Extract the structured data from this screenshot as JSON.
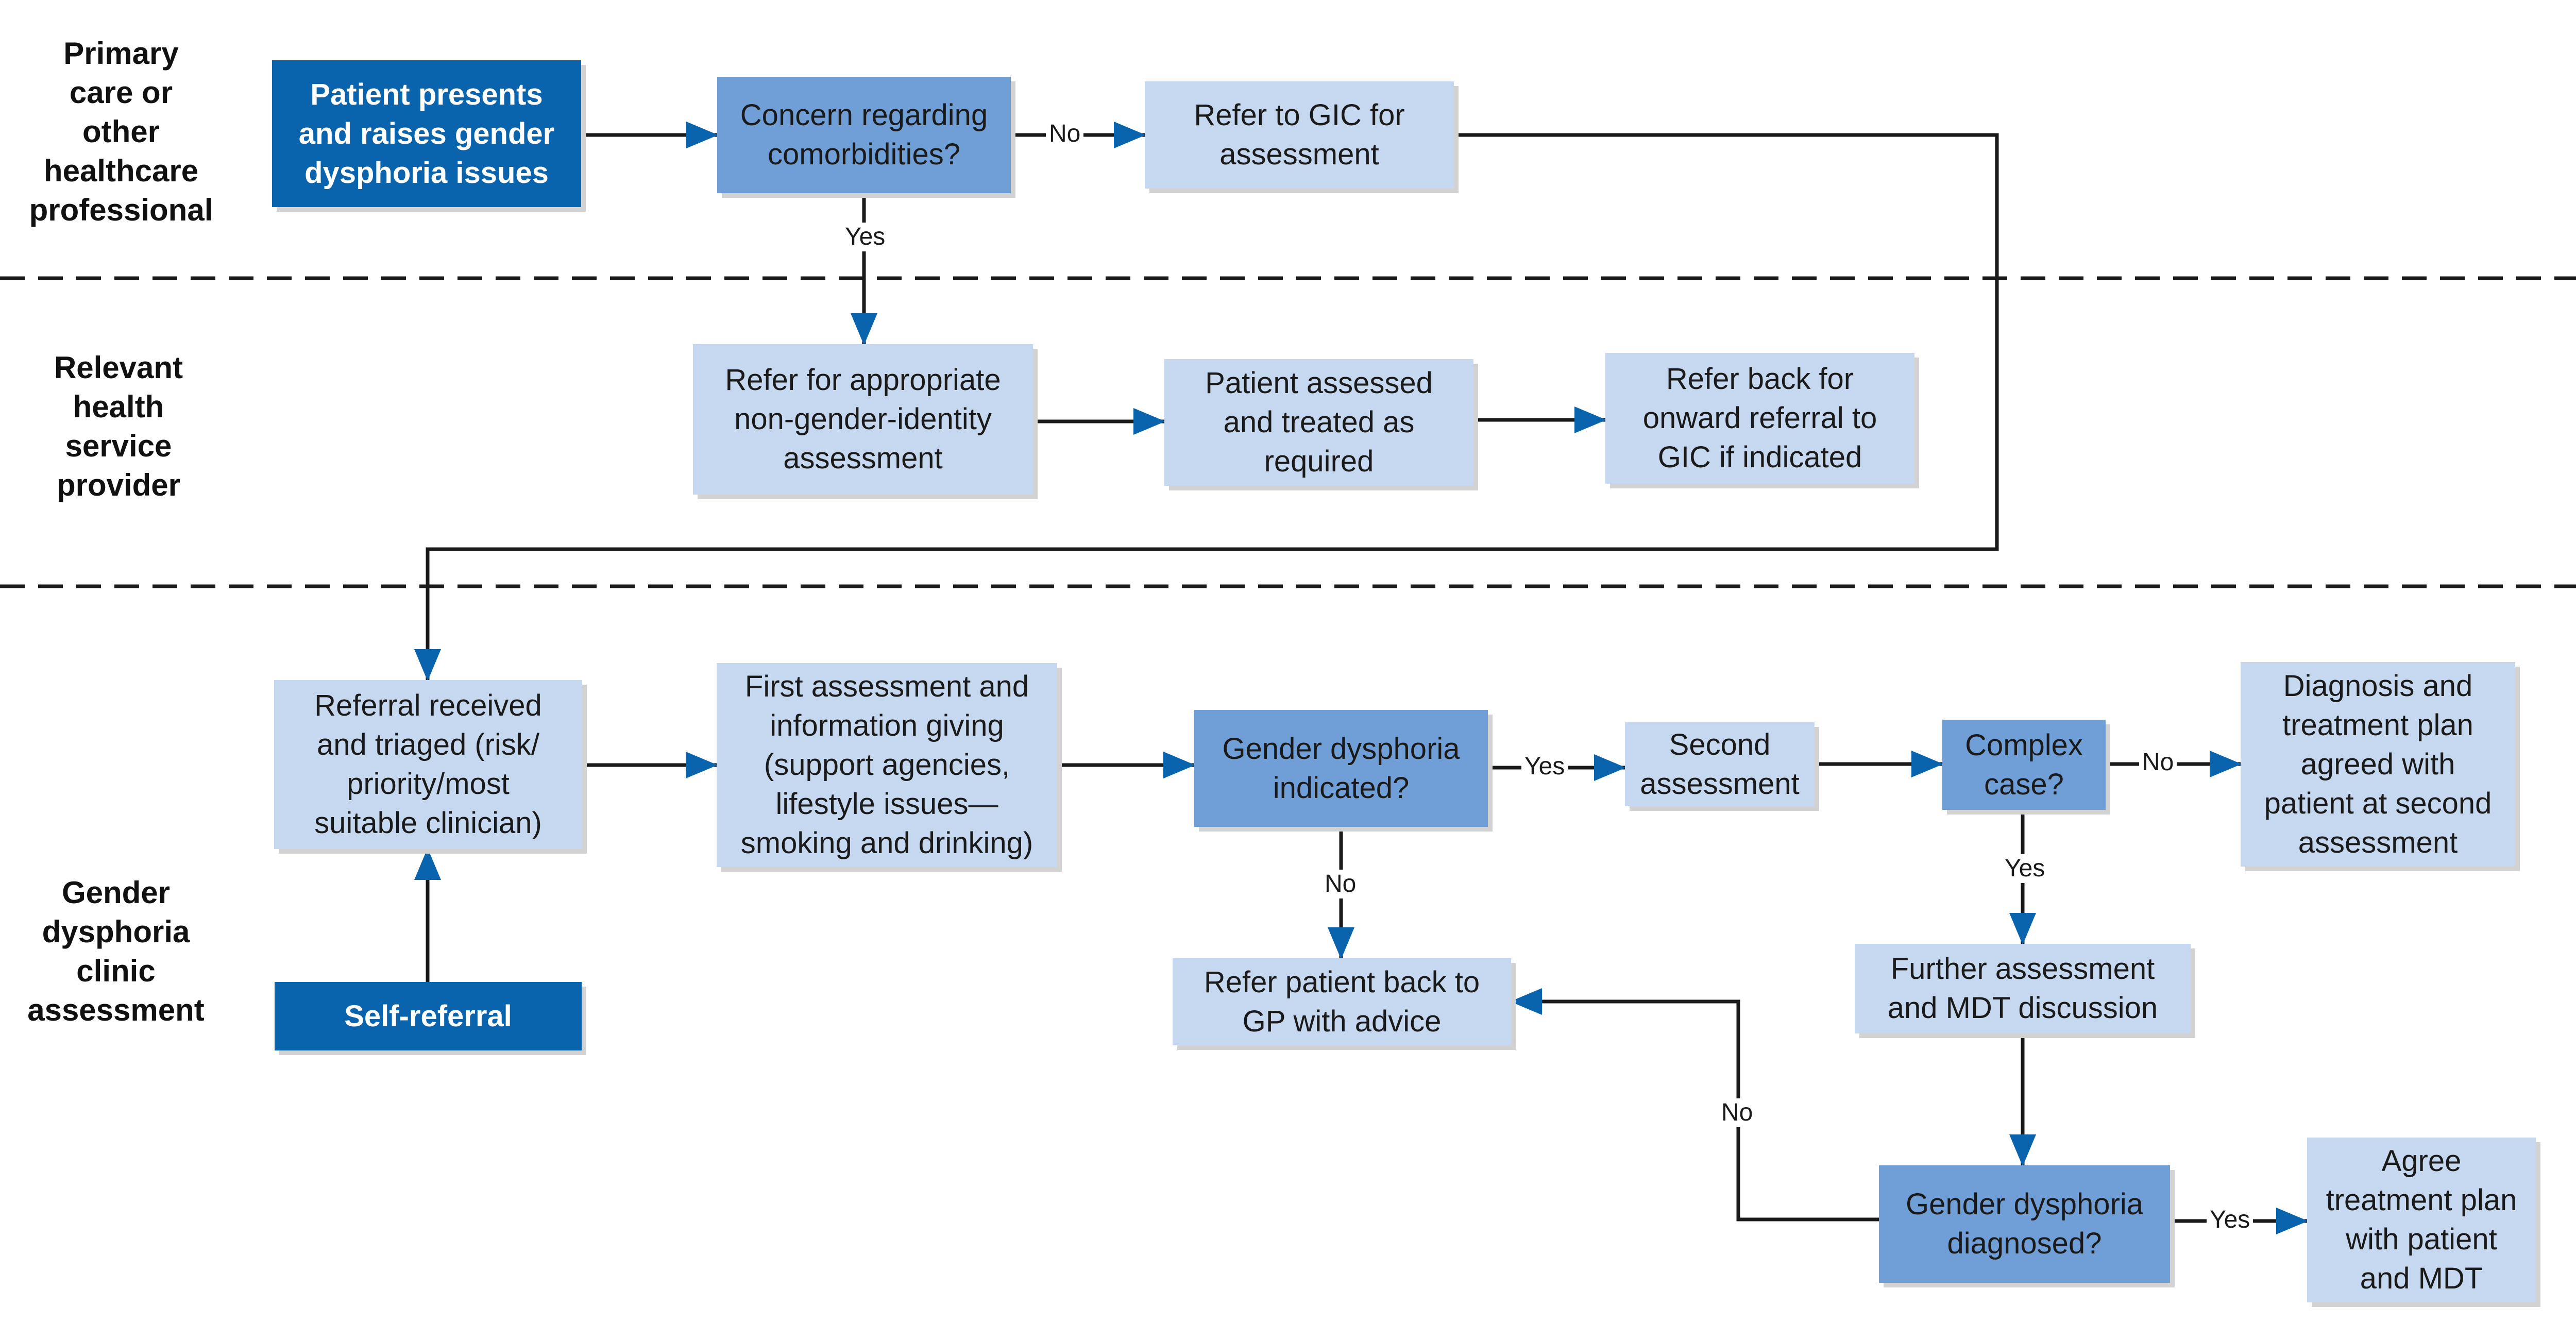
{
  "colors": {
    "dark_box": "#0a64ad",
    "medium_box": "#6f9fd6",
    "light_box": "#c6d8ef",
    "line": "#1a1a1a",
    "arrowhead": "#0a64ad"
  },
  "lanes": [
    {
      "id": "primary",
      "label": "Primary\ncare or\nother\nhealthcare\nprofessional"
    },
    {
      "id": "relevant",
      "label": "Relevant\nhealth\nservice\nprovider"
    },
    {
      "id": "clinic",
      "label": "Gender\ndysphoria\nclinic\nassessment"
    }
  ],
  "nodes": {
    "patient_presents": "Patient presents\nand raises gender\ndysphoria issues",
    "concern_comorbidities": "Concern regarding\ncomorbidities?",
    "refer_gic": "Refer to GIC for\nassessment",
    "refer_non_gender": "Refer for appropriate\nnon-gender-identity\nassessment",
    "patient_assessed": "Patient assessed\nand treated as\nrequired",
    "refer_back_onward": "Refer back for\nonward referral to\nGIC if indicated",
    "referral_received": "Referral received\nand triaged (risk/\npriority/most\nsuitable clinician)",
    "first_assessment": "First assessment and\ninformation giving\n(support agencies,\nlifestyle issues—\nsmoking and drinking)",
    "gd_indicated": "Gender dysphoria\nindicated?",
    "second_assessment": "Second\nassessment",
    "complex_case": "Complex\ncase?",
    "diagnosis_plan": "Diagnosis and\ntreatment plan\nagreed with\npatient at second\nassessment",
    "self_referral": "Self-referral",
    "refer_gp": "Refer patient back to\nGP with advice",
    "further_assessment": "Further assessment\nand MDT discussion",
    "gd_diagnosed": "Gender dysphoria\ndiagnosed?",
    "agree_plan": "Agree\ntreatment plan\nwith patient\nand MDT"
  },
  "edge_labels": {
    "concern_no": "No",
    "concern_yes": "Yes",
    "indicated_yes": "Yes",
    "indicated_no": "No",
    "complex_no": "No",
    "complex_yes": "Yes",
    "diagnosed_no": "No",
    "diagnosed_yes": "Yes"
  }
}
